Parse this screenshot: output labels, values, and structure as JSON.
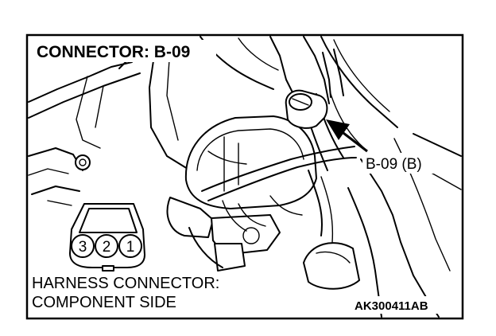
{
  "diagram": {
    "title": "CONNECTOR: B-09",
    "callout_label": "B-09 (B)",
    "caption_line1": "HARNESS CONNECTOR:",
    "caption_line2": "COMPONENT SIDE",
    "figure_code": "AK300411AB",
    "connector_pins": [
      {
        "number": "3"
      },
      {
        "number": "2"
      },
      {
        "number": "1"
      }
    ]
  }
}
